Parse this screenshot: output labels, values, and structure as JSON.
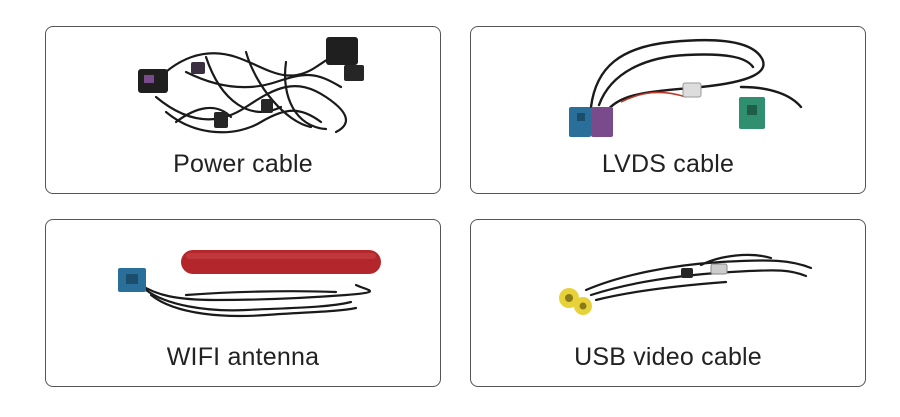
{
  "products": [
    {
      "id": "power",
      "label": "Power cable",
      "image": "power-cable-harness"
    },
    {
      "id": "lvds",
      "label": "LVDS cable",
      "image": "lvds-cable-with-fakra-connectors"
    },
    {
      "id": "wifi",
      "label": "WIFI antenna",
      "image": "wifi-antenna-red-strip"
    },
    {
      "id": "usb-video",
      "label": "USB video cable",
      "image": "usb-video-cable-rca"
    }
  ],
  "colors": {
    "border": "#555555",
    "text": "#222222",
    "cable": "#1a1a1a",
    "antenna_red": "#b3262b",
    "fakra_blue": "#2a6f9a",
    "fakra_green": "#2f8f6f",
    "fakra_purple": "#7a4b8c",
    "rca_yellow": "#e8d23a"
  }
}
